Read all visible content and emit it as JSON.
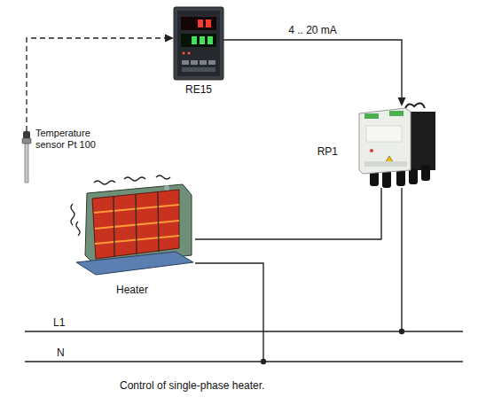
{
  "diagram": {
    "caption": "Control of single-phase heater.",
    "nodes": [
      {
        "text": [
          "RE15"
        ]
      },
      {
        "text": [
          "Temperature sensor Pt 100"
        ]
      },
      {
        "text": [
          "RP1"
        ]
      },
      {
        "text": [
          "Heater"
        ]
      }
    ],
    "edges": [
      {
        "from": 1,
        "to": 0,
        "arrow": "to"
      },
      {
        "from": 0,
        "to": 2,
        "label": "4 .. 20 mA",
        "arrow": "to"
      },
      {
        "from": 3,
        "to": 2,
        "arrow": "none"
      }
    ],
    "labels": [
      "L1",
      "N"
    ]
  }
}
